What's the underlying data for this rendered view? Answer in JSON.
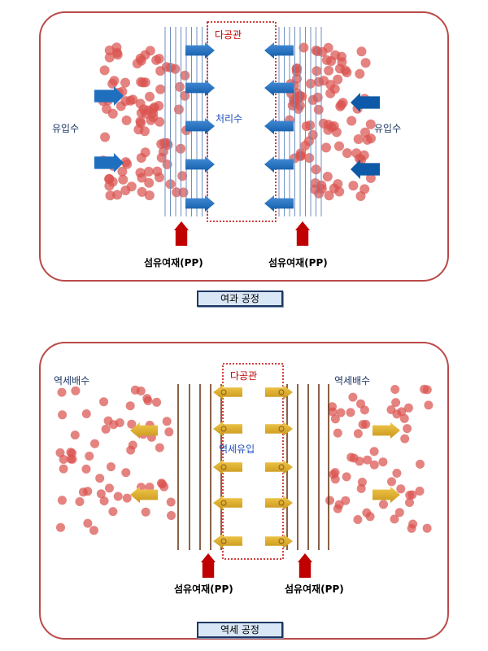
{
  "filtration": {
    "porous_tube_label": "다공관",
    "treated_water_label": "처리수",
    "inflow_left_label": "유입수",
    "inflow_right_label": "유입수",
    "fiber_left_label": "섬유여재(PP)",
    "fiber_right_label": "섬유여재(PP)",
    "caption": "여과 공정"
  },
  "backwash": {
    "porous_tube_label": "다공관",
    "backwash_inflow_label": "역세유입",
    "drain_left_label": "역세배수",
    "drain_right_label": "역세배수",
    "fiber_left_label": "섬유여재(PP)",
    "fiber_right_label": "섬유여재(PP)",
    "caption": "역세 공정"
  },
  "colors": {
    "panel_border": "#b94a48",
    "particle": "#d9534f",
    "tube_outline": "#c00000",
    "blue_arrow": "#1f6fbf",
    "gold_arrow": "#d4a017",
    "red_arrow": "#c00000",
    "fiber_blue": "#6f8fbf",
    "fiber_brown": "#6b3a1a"
  }
}
